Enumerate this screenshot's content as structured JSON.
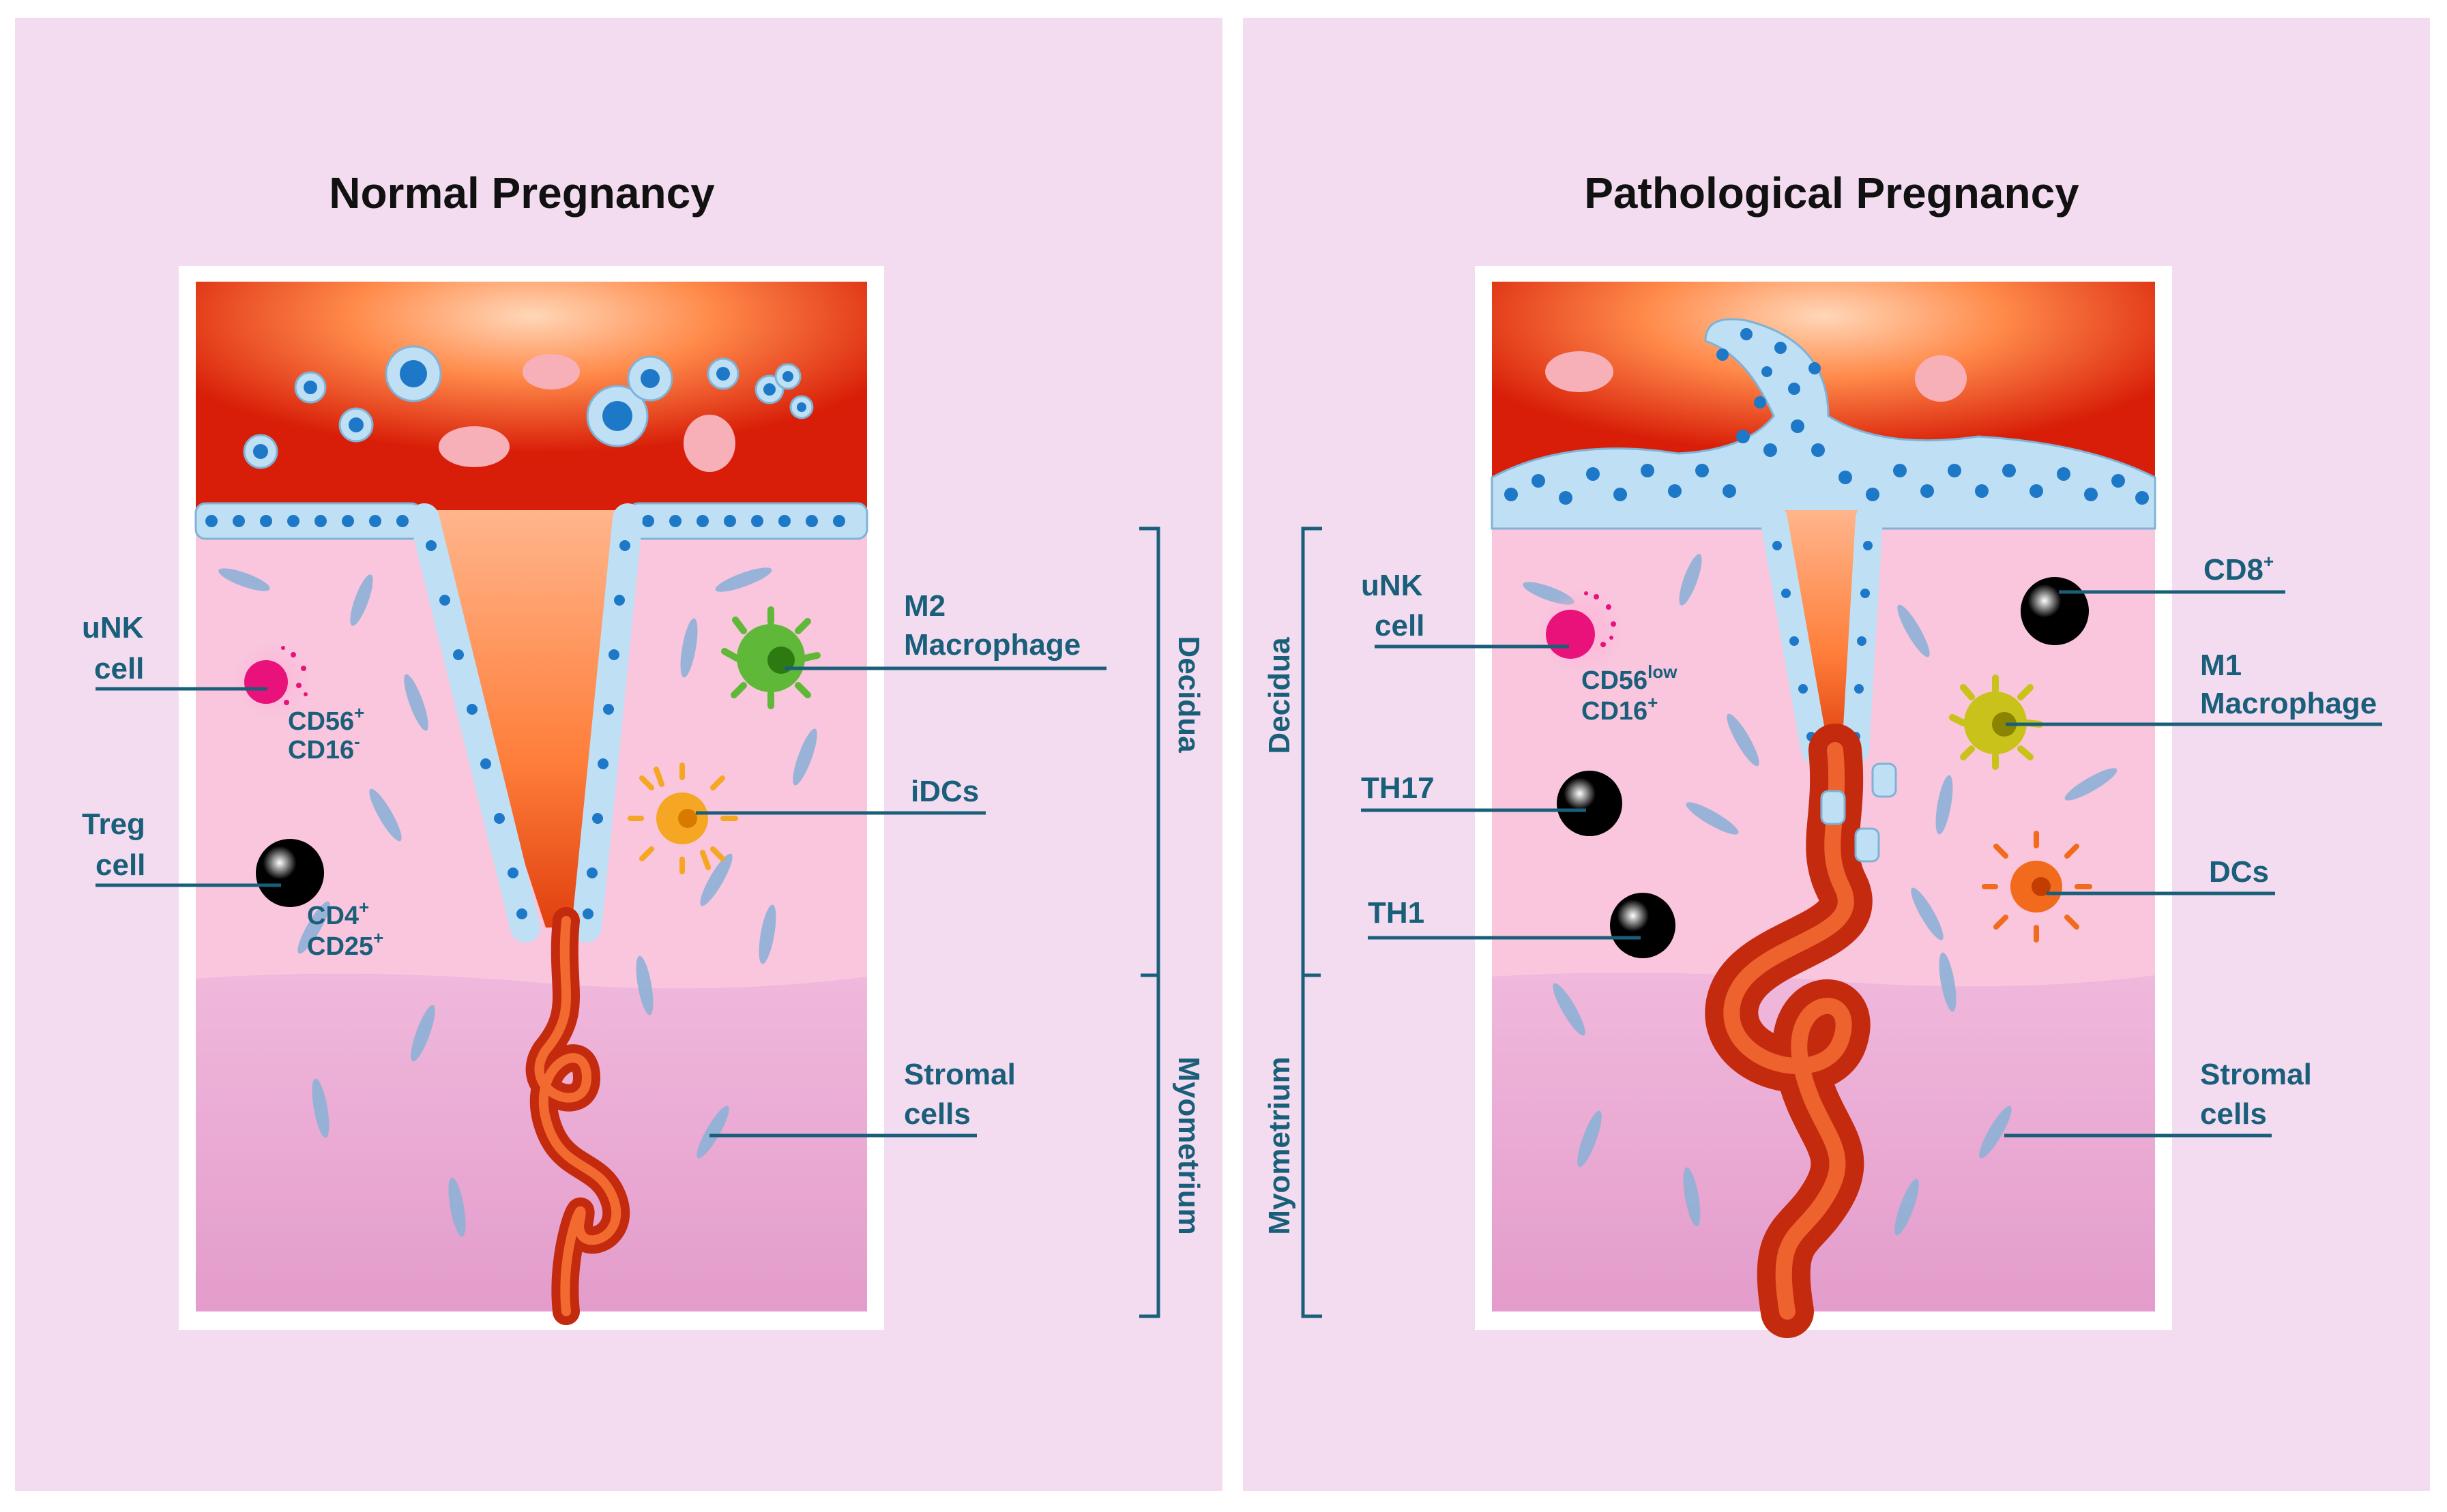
{
  "colors": {
    "background": "#f4dcf0",
    "panel_border": "#ffffff",
    "blood": "#d81e08",
    "decidua": "#f9c6de",
    "myometrium": "#eba8d2",
    "epithelium": "#bfe0f4",
    "nucleus": "#1d78c8",
    "label": "#1a5f7a",
    "title": "#111111"
  },
  "panels": [
    {
      "title": "Normal Pregnancy",
      "cells": {
        "unk": {
          "name": "uNK",
          "name2": "cell",
          "marker1": "CD56",
          "marker1_sup": "+",
          "marker2": "CD16",
          "marker2_sup": "-"
        },
        "treg": {
          "name": "Treg",
          "name2": "cell",
          "marker1": "CD4",
          "marker1_sup": "+",
          "marker2": "CD25",
          "marker2_sup": "+"
        },
        "macrophage": {
          "line1": "M2",
          "line2": "Macrophage"
        },
        "dc": {
          "label": "iDCs"
        },
        "stromal": {
          "line1": "Stromal",
          "line2": "cells"
        }
      },
      "layers": {
        "decidua": "Decidua",
        "myometrium": "Myometrium"
      }
    },
    {
      "title": "Pathological Pregnancy",
      "cells": {
        "unk": {
          "name": "uNK",
          "name2": "cell",
          "marker1": "CD56",
          "marker1_sup": "low",
          "marker2": "CD16",
          "marker2_sup": "+"
        },
        "cd8": {
          "label": "CD8",
          "label_sup": "+"
        },
        "th17": {
          "label": "TH17"
        },
        "th1": {
          "label": "TH1"
        },
        "macrophage": {
          "line1": "M1",
          "line2": "Macrophage"
        },
        "dc": {
          "label": "DCs"
        },
        "stromal": {
          "line1": "Stromal",
          "line2": "cells"
        }
      },
      "layers": {
        "decidua": "Decidua",
        "myometrium": "Myometrium"
      }
    }
  ]
}
